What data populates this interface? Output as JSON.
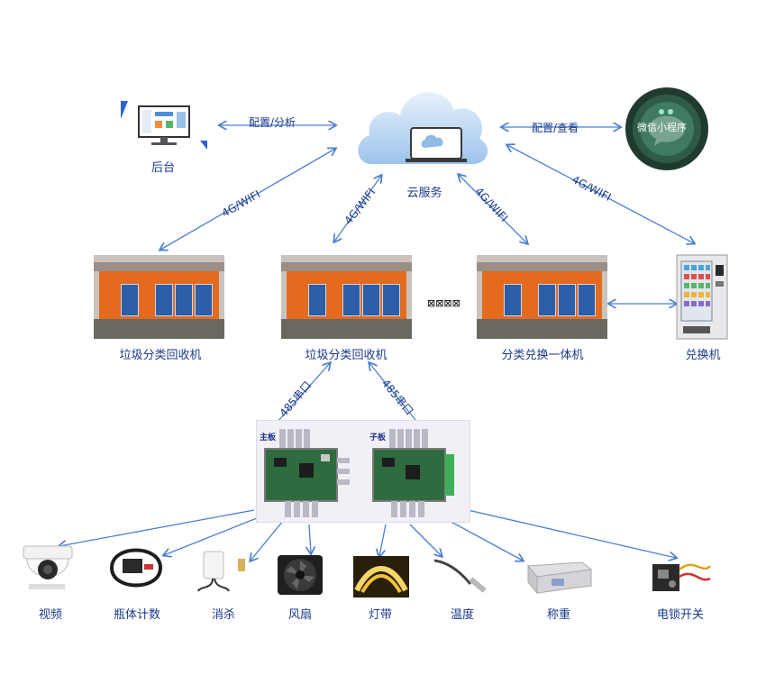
{
  "nodes": {
    "backend": "后台",
    "cloud": "云服务",
    "miniapp": "微信小程序",
    "recycler_left": "垃圾分类回收机",
    "recycler_center": "垃圾分类回收机",
    "exchange_kiosk": "分类兑换一体机",
    "exchanger": "兑换机",
    "main_board": "主板",
    "sub_board": "子板",
    "chain_symbol": "⊠⊠⊠⊠"
  },
  "edges": {
    "backend_cloud": "配置/分析",
    "cloud_miniapp": "配置/查看",
    "net_1": "4G/WIFI",
    "net_2": "4G/WIFI",
    "net_3": "4G/WIFI",
    "net_4": "4G/WIFI",
    "serial_main": "485串口",
    "serial_sub": "485串口"
  },
  "peripherals": [
    {
      "label": "视频"
    },
    {
      "label": "瓶体计数"
    },
    {
      "label": "消杀"
    },
    {
      "label": "风扇"
    },
    {
      "label": "灯带"
    },
    {
      "label": "温度"
    },
    {
      "label": "称重"
    },
    {
      "label": "电锁开关"
    }
  ],
  "colors": {
    "arrow": "#4a7fd0",
    "label": "#1a3a8a",
    "kiosk_orange": "#e46a1e",
    "panel_blue": "#2d5ea8",
    "pcb_green": "#2e6b3e"
  }
}
